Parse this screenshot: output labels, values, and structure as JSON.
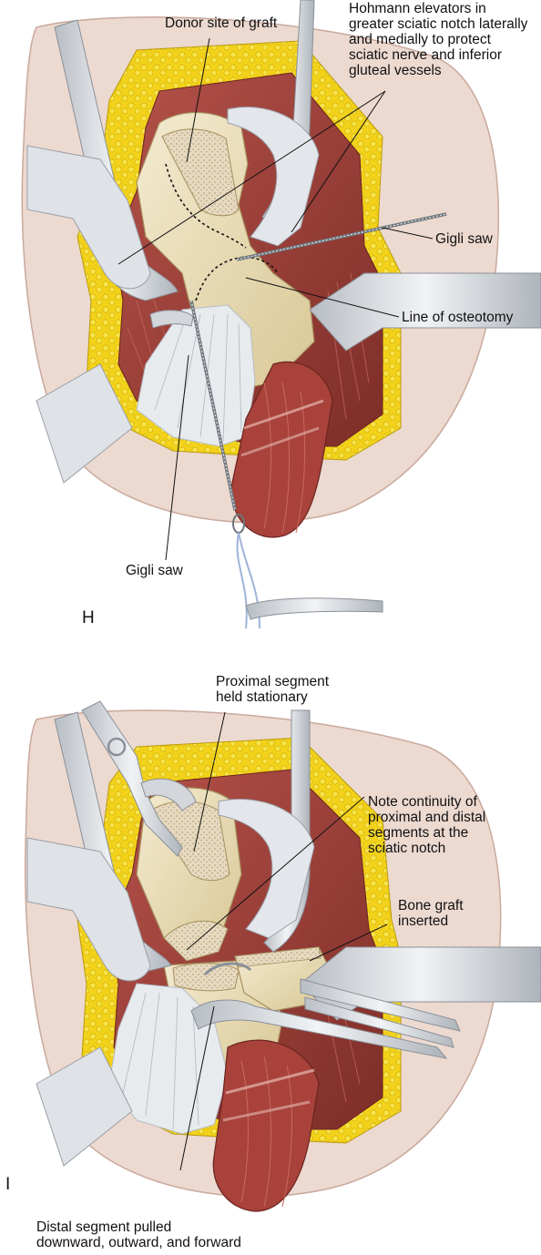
{
  "colors": {
    "skin": "#ecd9d0",
    "skin_edge": "#c9a99c",
    "fat": "#f2d21b",
    "fat_dot": "#d8b300",
    "muscle": "#a8423a",
    "muscle_dark": "#7a2a26",
    "muscle_light": "#c76a5f",
    "bone": "#e9dcb4",
    "bone_shade": "#cdb98a",
    "cancellous": "#e6d9c0",
    "ligament": "#e8ebee",
    "ligament_line": "#b5bcc4",
    "steel": "#dfe2e6",
    "steel_dark": "#9aa0a8",
    "wire": "#9fb4d8"
  },
  "panel_h": {
    "letter": "H",
    "labels": {
      "donor_site": "Donor site of graft",
      "hohmann": "Hohmann elevators in\ngreater sciatic notch laterally\nand medially to protect\nsciatic nerve and inferior\ngluteal vessels",
      "gigli_right": "Gigli saw",
      "osteotomy": "Line of osteotomy",
      "gigli_bottom": "Gigli saw"
    }
  },
  "panel_i": {
    "letter": "I",
    "labels": {
      "proximal": "Proximal segment\nheld stationary",
      "continuity": "Note continuity of\nproximal and distal\nsegments at the\nsciatic notch",
      "bone_graft": "Bone graft\ninserted",
      "distal": "Distal segment pulled\ndownward, outward, and forward"
    }
  }
}
